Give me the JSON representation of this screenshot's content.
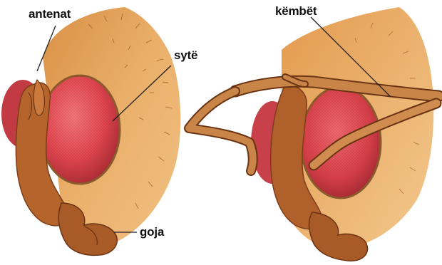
{
  "labels": {
    "antennae": "antenat",
    "eyes": "sytë",
    "mouth": "goja",
    "legs": "këmbët"
  },
  "colors": {
    "head_fill": "#e8a75e",
    "head_shadow": "#b9733a",
    "face": "#b5652c",
    "face_dark": "#7c3e1a",
    "eye": "#e0464e",
    "eye_dark": "#a82a33",
    "leader_line": "#222222",
    "background": "#ffffff"
  }
}
